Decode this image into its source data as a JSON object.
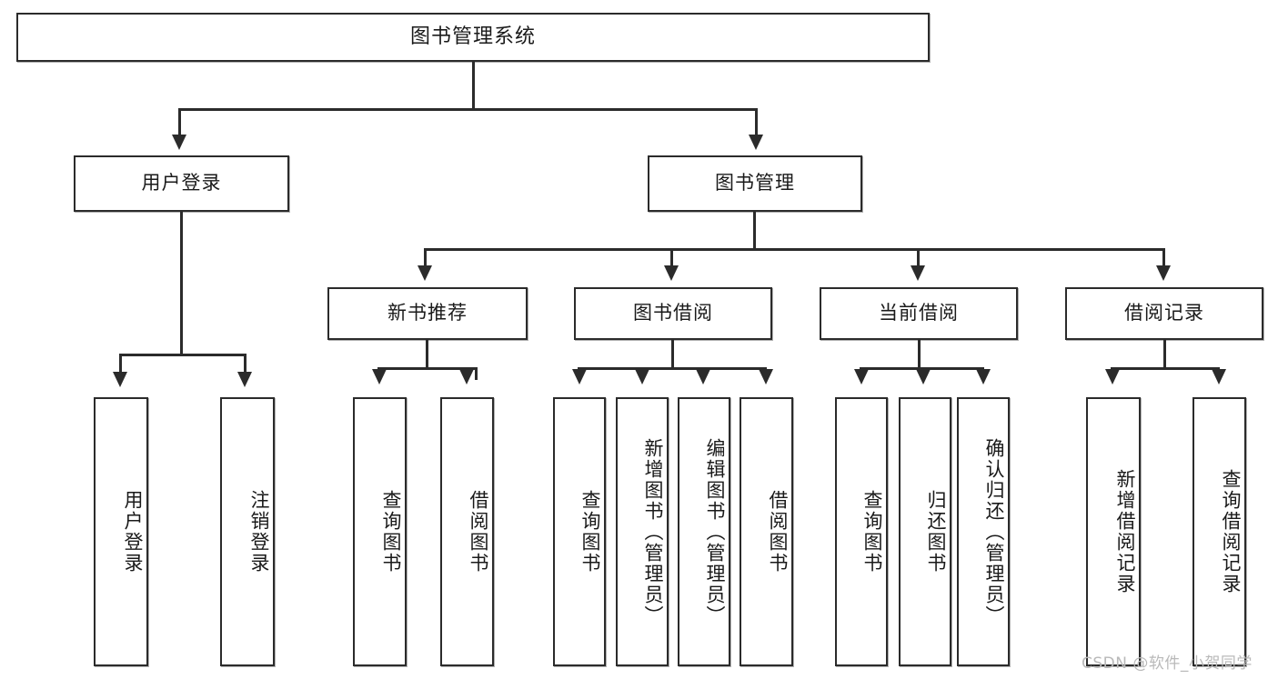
{
  "diagram": {
    "title": "图书管理系统",
    "type": "tree-hierarchy-chart",
    "root": {
      "label": "图书管理系统"
    },
    "level2": [
      {
        "label": "用户登录"
      },
      {
        "label": "图书管理"
      }
    ],
    "level3": [
      {
        "label": "新书推荐"
      },
      {
        "label": "图书借阅"
      },
      {
        "label": "当前借阅"
      },
      {
        "label": "借阅记录"
      }
    ],
    "leaves": {
      "user_login": [
        {
          "label": "用户登录"
        },
        {
          "label": "注销登录"
        }
      ],
      "new_book_recommend": [
        {
          "label": "查询图书"
        },
        {
          "label": "借阅图书"
        }
      ],
      "book_borrow": [
        {
          "label": "查询图书"
        },
        {
          "label": "新增图书（管理员）"
        },
        {
          "label": "编辑图书（管理员）"
        },
        {
          "label": "借阅图书"
        }
      ],
      "current_borrow": [
        {
          "label": "查询图书"
        },
        {
          "label": "归还图书"
        },
        {
          "label": "确认归还（管理员）"
        }
      ],
      "borrow_record": [
        {
          "label": "新增借阅记录"
        },
        {
          "label": "查询借阅记录"
        }
      ]
    }
  },
  "watermark": {
    "text": "CSDN @软件_小贺同学"
  },
  "colors": {
    "stroke": "#2b2b2b",
    "fill": "#ffffff",
    "text": "#1a1a1a",
    "watermark": "#b9b9b9"
  }
}
